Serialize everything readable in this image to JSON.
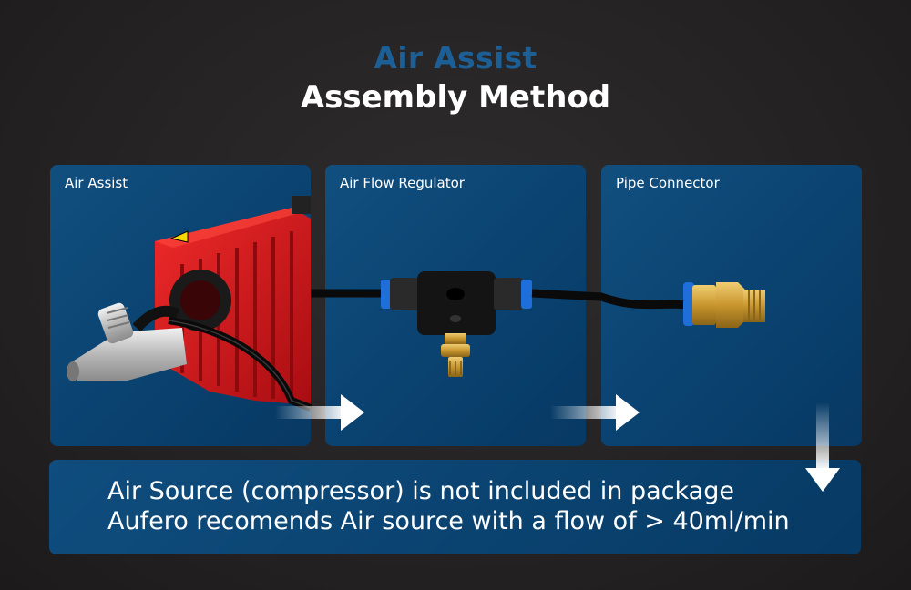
{
  "header": {
    "title": "Air Assist",
    "subtitle": "Assembly Method"
  },
  "panels": [
    {
      "label": "Air Assist"
    },
    {
      "label": "Air Flow Regulator"
    },
    {
      "label": "Pipe Connector"
    }
  ],
  "note": {
    "line1": "Air Source (compressor) is not included in package",
    "line2": "Aufero recomends Air source with a flow of > 40ml/min"
  },
  "colors": {
    "title_blue": "#1c5f96",
    "panel_blue": "#0a4270",
    "laser_red": "#d8141b",
    "connector_blue": "#1e6fd9",
    "brass": "#c9962e"
  }
}
